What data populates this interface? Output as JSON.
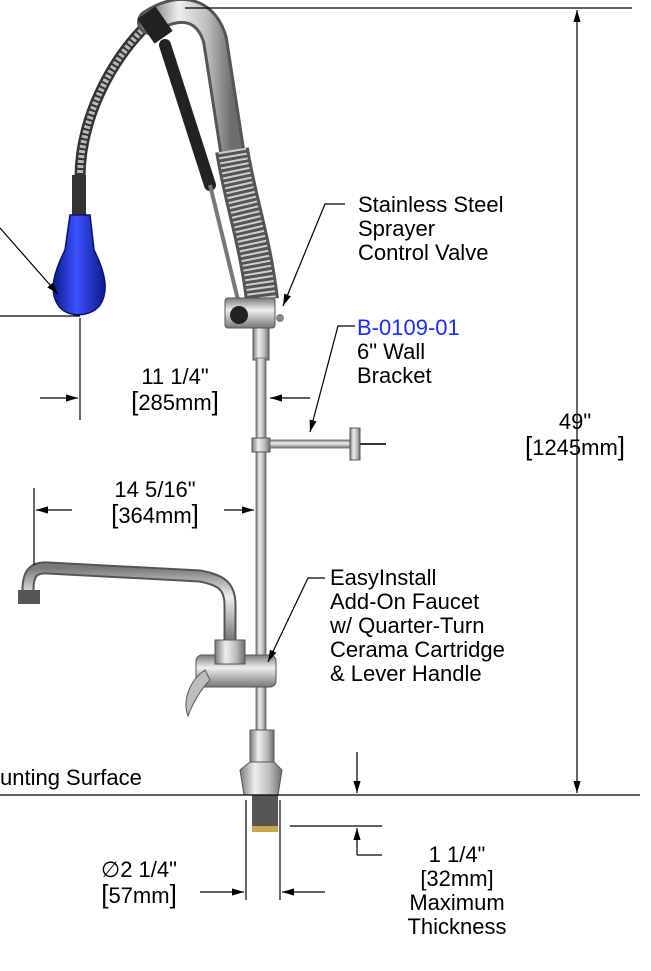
{
  "labels": {
    "sprayer_valve": [
      "Stainless Steel",
      "Sprayer",
      "Control Valve"
    ],
    "wall_bracket_part": "B-0109-01",
    "wall_bracket_desc": [
      "6\" Wall",
      "Bracket"
    ],
    "faucet": [
      "EasyInstall",
      "Add-On Faucet",
      "w/ Quarter-Turn",
      "Cerama Cartridge",
      "& Lever Handle"
    ],
    "mounting_surface": "unting Surface",
    "max_thickness": [
      "1 1/4\"",
      "[32mm]",
      "Maximum",
      "Thickness"
    ]
  },
  "dimensions": {
    "riser_offset": {
      "in": "11 1/4\"",
      "mm": "285mm"
    },
    "spout_reach": {
      "in": "14 5/16\"",
      "mm": "364mm"
    },
    "overall_height": {
      "in": "49\"",
      "mm": "1245mm"
    },
    "base_diameter": {
      "symbol": "∅",
      "in": "2 1/4\"",
      "mm": "57mm"
    }
  },
  "colors": {
    "line": "#000000",
    "steel_light": "#e4e4e4",
    "steel_mid": "#a9a9a9",
    "steel_dark": "#5a5a5a",
    "spray_blue": "#1f32c8",
    "label_blue": "#1a2cff"
  }
}
